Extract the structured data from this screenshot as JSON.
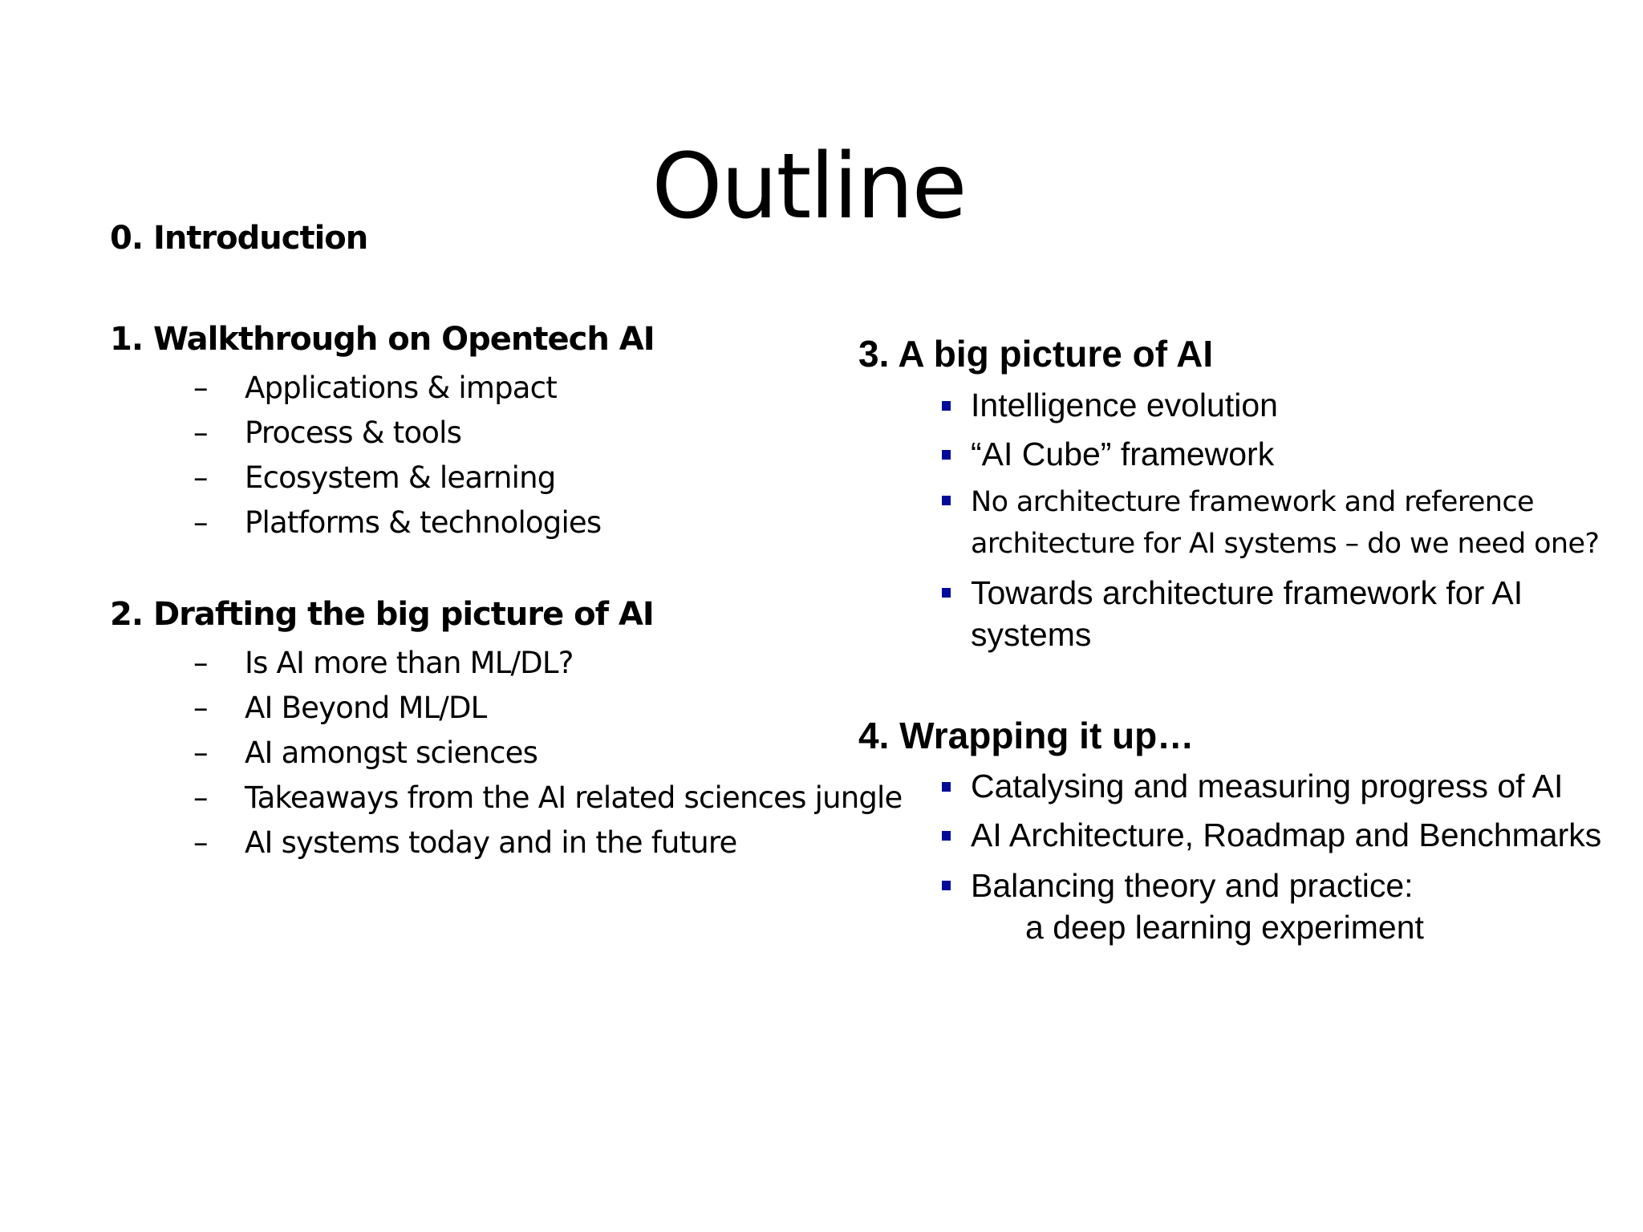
{
  "slide": {
    "title": "Outline",
    "bullet_color": "#000c99",
    "left_column": {
      "section0": {
        "heading": "0. Introduction"
      },
      "section1": {
        "heading": "1. Walkthrough on Opentech AI",
        "items": [
          "Applications & impact",
          "Process & tools",
          "Ecosystem & learning",
          "Platforms & technologies"
        ]
      },
      "section2": {
        "heading": "2. Drafting the big picture of AI",
        "items": [
          "Is AI more than ML/DL?",
          "AI Beyond ML/DL",
          "AI amongst sciences",
          "Takeaways from the AI related sciences jungle",
          "AI systems today and in the future"
        ]
      },
      "dash": "–"
    },
    "right_column": {
      "section3": {
        "heading": "3. A big picture of AI",
        "items": [
          "Intelligence evolution",
          "“AI Cube” framework",
          "No architecture framework and reference",
          "architecture for AI systems – do we need one?",
          "Towards architecture framework for AI",
          "systems"
        ]
      },
      "section4": {
        "heading": "4. Wrapping it up…",
        "items": [
          "Catalysing and measuring progress of AI",
          "AI Architecture, Roadmap and Benchmarks",
          "Balancing theory and practice:",
          "a deep learning experiment"
        ]
      }
    }
  }
}
